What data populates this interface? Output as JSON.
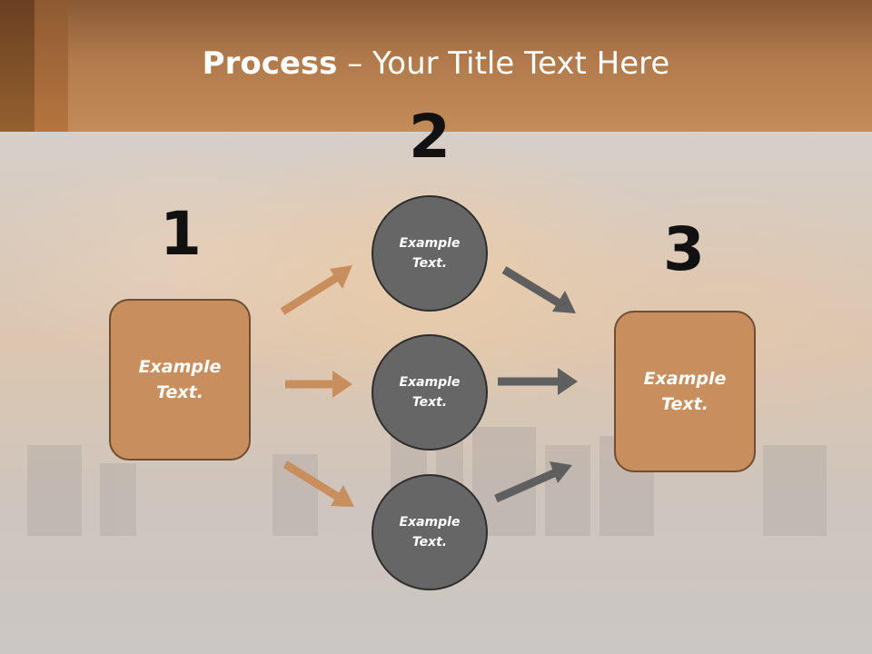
{
  "slide": {
    "title_bold": "Process",
    "title_sep": " – ",
    "title_rest": "Your Title Text Here"
  },
  "steps": [
    {
      "number": "1",
      "label": "Example\nText."
    },
    {
      "number": "2",
      "label": ""
    },
    {
      "number": "3",
      "label": "Example\nText."
    }
  ],
  "circles": [
    {
      "label": "Example\nText."
    },
    {
      "label": "Example\nText."
    },
    {
      "label": "Example\nText."
    }
  ],
  "colors": {
    "box_fill": "#c88e5e",
    "circle_fill": "#666666",
    "arrow_orange": "#c88e5e",
    "arrow_gray": "#5f5f5f",
    "header": "#c48c58"
  }
}
